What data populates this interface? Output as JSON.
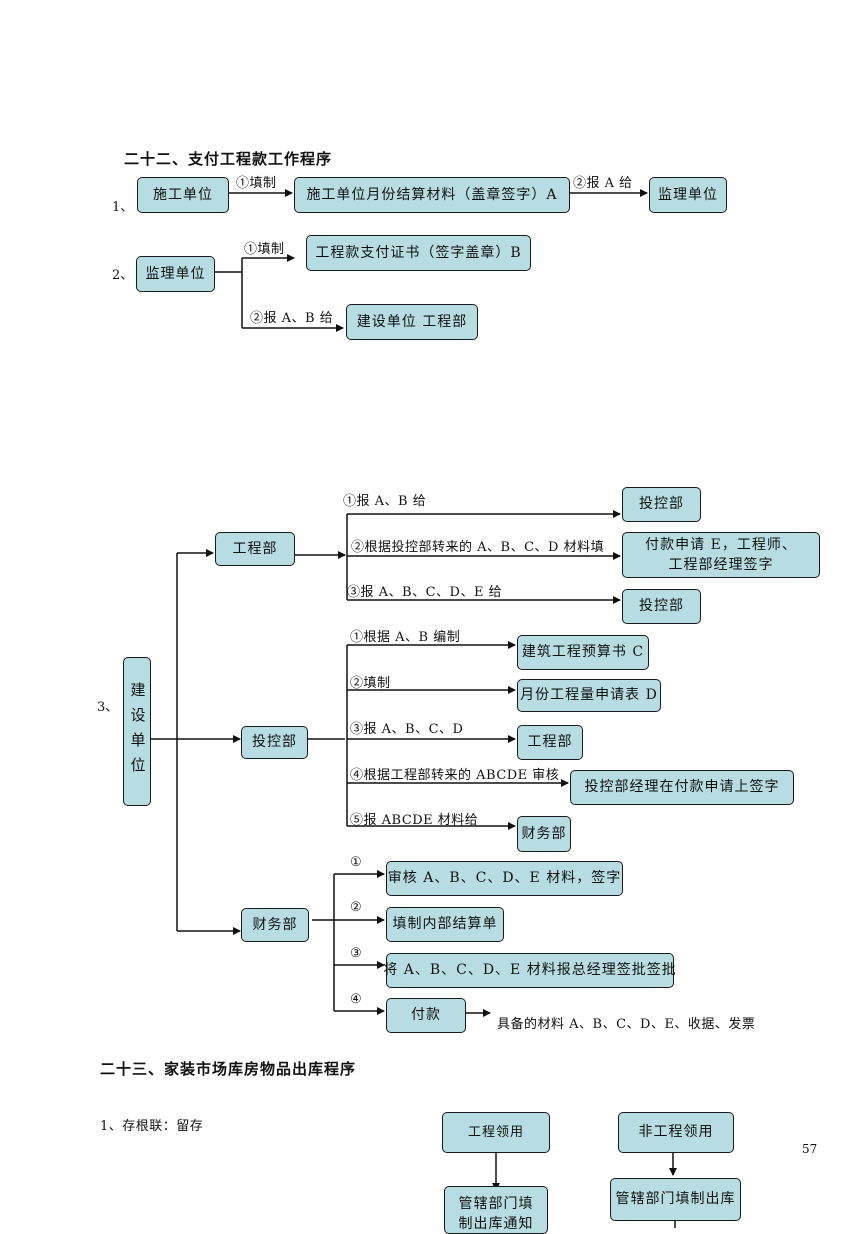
{
  "section22": {
    "title": "二十二、支付工程款工作程序",
    "item1": {
      "num": "1、",
      "from": "施工单位",
      "step1": "①填制",
      "doc": "施工单位月份结算材料（盖章签字）A",
      "step2": "②报 A 给",
      "to": "监理单位"
    },
    "item2": {
      "num": "2、",
      "from": "监理单位",
      "step1": "①填制",
      "doc": "工程款支付证书（签字盖章）B",
      "step2": "②报 A、B 给",
      "to": "建设单位 工程部"
    },
    "item3": {
      "num": "3、",
      "root": "建设单位",
      "dept1": {
        "name": "工程部",
        "s1": "①报 A、B 给",
        "t1": "投控部",
        "s2": "②根据投控部转来的 A、B、C、D 材料填",
        "t2_line1": "付款申请 E，工程师、",
        "t2_line2": "工程部经理签字",
        "s3": "③报 A、B、C、D、E 给",
        "t3": "投控部"
      },
      "dept2": {
        "name": "投控部",
        "s1": "①根据 A、B 编制",
        "t1": "建筑工程预算书 C",
        "s2": "②填制",
        "t2": "月份工程量申请表 D",
        "s3": "③报 A、B、C、D",
        "t3": "工程部",
        "s4": "④根据工程部转来的 ABCDE 审核",
        "t4": "投控部经理在付款申请上签字",
        "s5": "⑤报 ABCDE 材料给",
        "t5": "财务部"
      },
      "dept3": {
        "name": "财务部",
        "s1": "①",
        "t1": "审核 A、B、C、D、E 材料，签字",
        "s2": "②",
        "t2": "填制内部结算单",
        "s3": "③",
        "t3": "将 A、B、C、D、E 材料报总经理签批签批",
        "s4": "④",
        "t4": "付款",
        "note": "具备的材料 A、B、C、D、E、收据、发票"
      }
    }
  },
  "section23": {
    "title": "二十三、家装市场库房物品出库程序",
    "item1": "1、存根联：留存",
    "box_a": "工程领用",
    "box_b": "非工程领用",
    "box_c_line1": "管辖部门填",
    "box_c_line2": "制出库通知",
    "box_d": "管辖部门填制出库"
  },
  "page_number": "57"
}
